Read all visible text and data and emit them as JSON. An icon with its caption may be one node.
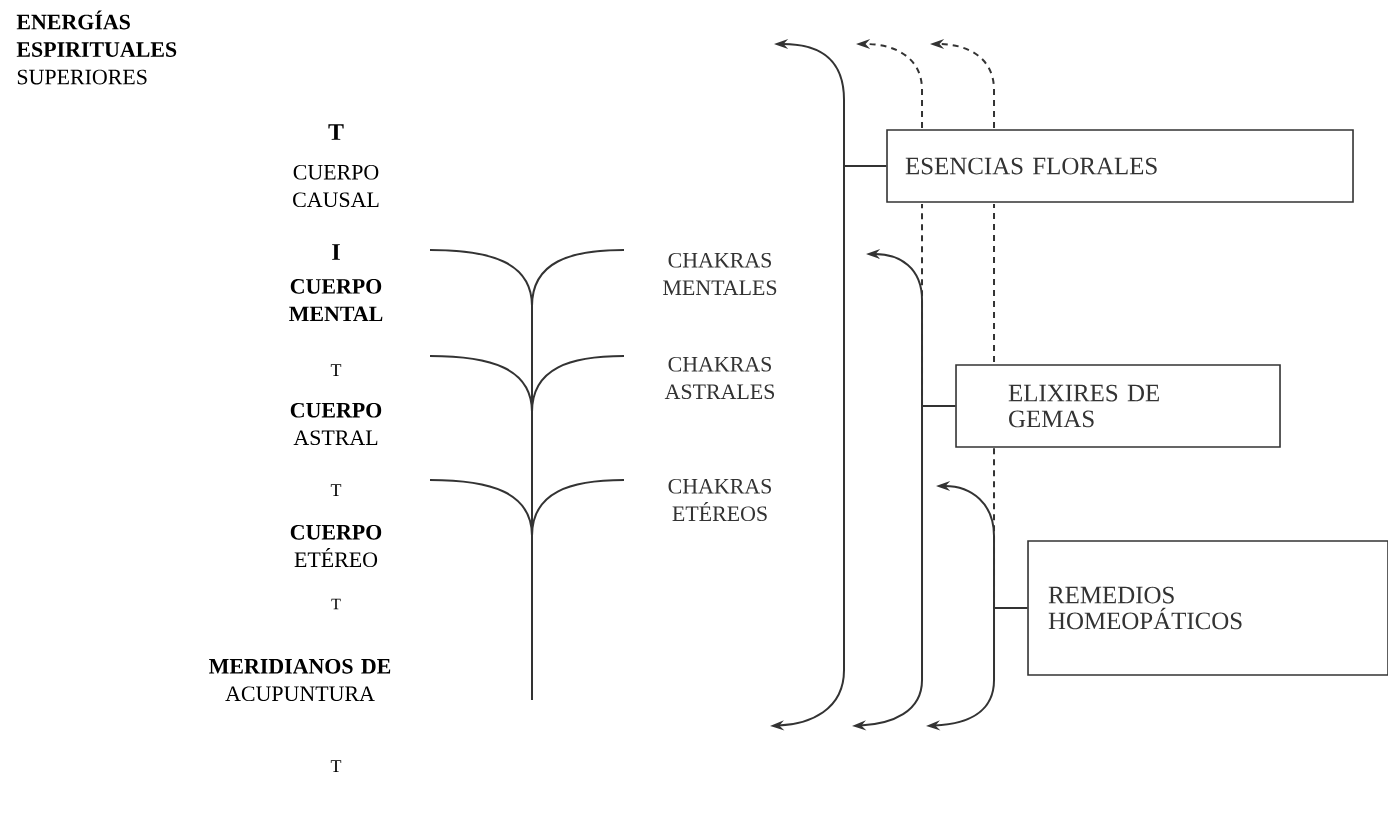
{
  "diagram": {
    "nodes": [
      {
        "text": [
          "ESENCIAS FLORALES"
        ]
      },
      {
        "text": [
          "ELIXIRES DE GEMAS"
        ]
      },
      {
        "text": [
          "REMEDIOS HOMEOPÁTICOS"
        ]
      }
    ],
    "edges": [
      {
        "from": 0,
        "to": null,
        "arrow": "to"
      },
      {
        "from": 0,
        "to": null,
        "arrow": "to"
      },
      {
        "from": 1,
        "to": null,
        "arrow": "to"
      },
      {
        "from": 1,
        "to": null,
        "arrow": "to"
      },
      {
        "from": 1,
        "to": null,
        "arrow": "to",
        "style": "dashed"
      },
      {
        "from": 2,
        "to": null,
        "arrow": "to"
      },
      {
        "from": 2,
        "to": null,
        "arrow": "to"
      },
      {
        "from": 2,
        "to": null,
        "arrow": "to",
        "style": "dashed"
      }
    ],
    "labels": [
      "**ENERGÍAS ESPIRITUALES** SUPERIORES",
      "**T**",
      "CUERPO CAUSAL",
      "**I**",
      "**CUERPO MENTAL**",
      "T",
      "**CUERPO** ASTRAL",
      "T",
      "**CUERPO** ETÉREO",
      "T",
      "**MERIDIANOS DE** ACUPUNTURA",
      "T",
      "CHAKRAS MENTALES",
      "CHAKRAS ASTRALES",
      "CHAKRAS ETÉREOS"
    ]
  }
}
